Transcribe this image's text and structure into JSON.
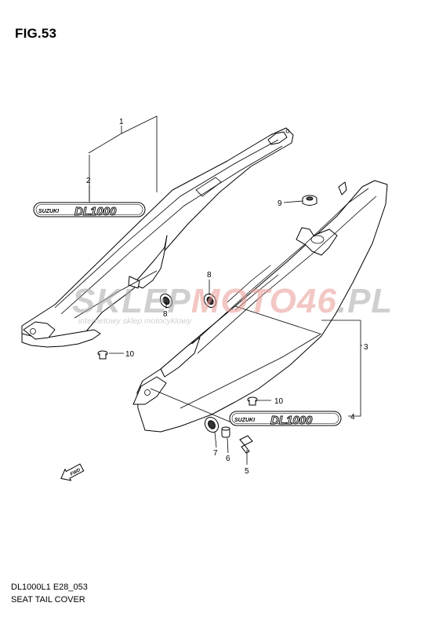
{
  "figure": {
    "title": "FIG.53",
    "code": "DL1000L1 E28_053",
    "name": "SEAT TAIL COVER"
  },
  "callouts": [
    "1",
    "2",
    "3",
    "4",
    "5",
    "6",
    "7",
    "8",
    "8",
    "9",
    "10",
    "10"
  ],
  "emblem": {
    "brand": "SUZUKI",
    "model": "DL1000"
  },
  "watermark": {
    "part1": "SKLEP",
    "part2": "MOTO",
    "part3": "46",
    "part4": ".PL",
    "tagline": "internetowy sklep motocyklowy",
    "colors": {
      "grey": "#a9a9a9",
      "red": "#e89a94"
    }
  },
  "direction_arrow": {
    "label": "FWD",
    "icon": "fwd-arrow-icon"
  }
}
